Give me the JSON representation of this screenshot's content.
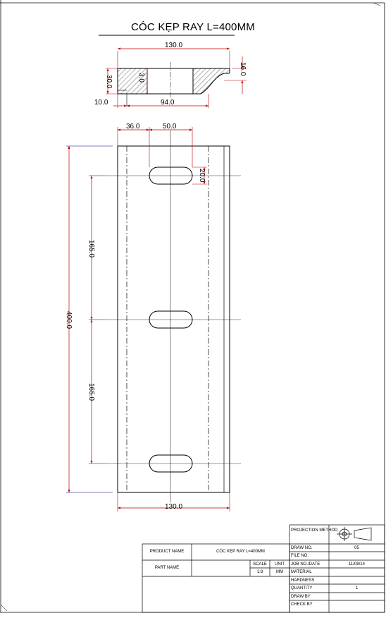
{
  "drawing": {
    "title": "CÓC KẸP RAY L=400MM"
  },
  "dimensions": {
    "top_width": "130.0",
    "top_height": "16.0",
    "section_height": "30.0",
    "web_thickness": "3.0",
    "offset_left": "10.0",
    "slot_span": "94.0",
    "edge_to_slot": "36.0",
    "slot_length": "50.0",
    "slot_width": "20.0",
    "total_length": "400.0",
    "slot_pitch_upper": "165.0",
    "slot_pitch_lower": "165.0",
    "bottom_width": "130.0"
  },
  "title_block": {
    "projection_method": "PROJECTION METHOD",
    "product_name_label": "PRODUCT NAME",
    "product_name_value": "CÓC KẸP RAY L=400MM",
    "part_name_label": "PART NAME",
    "scale_label": "SCALE",
    "scale_value": "1:8",
    "unit_label": "UNIT",
    "unit_value": "MM",
    "draw_no_label": "DRAW NO.",
    "draw_no_value": "05",
    "file_no_label": "FILE NO.",
    "file_no_value": "",
    "job_no_label": "JOB NO./DATE",
    "job_no_value": "11/08/14",
    "material_label": "MATERIAL",
    "material_value": "",
    "hardness_label": "HARDNESS",
    "hardness_value": "",
    "quantity_label": "QUANTITY",
    "quantity_value": "1",
    "draw_by_label": "DRAW BY",
    "draw_by_value": "",
    "check_by_label": "CHECK BY",
    "check_by_value": ""
  }
}
